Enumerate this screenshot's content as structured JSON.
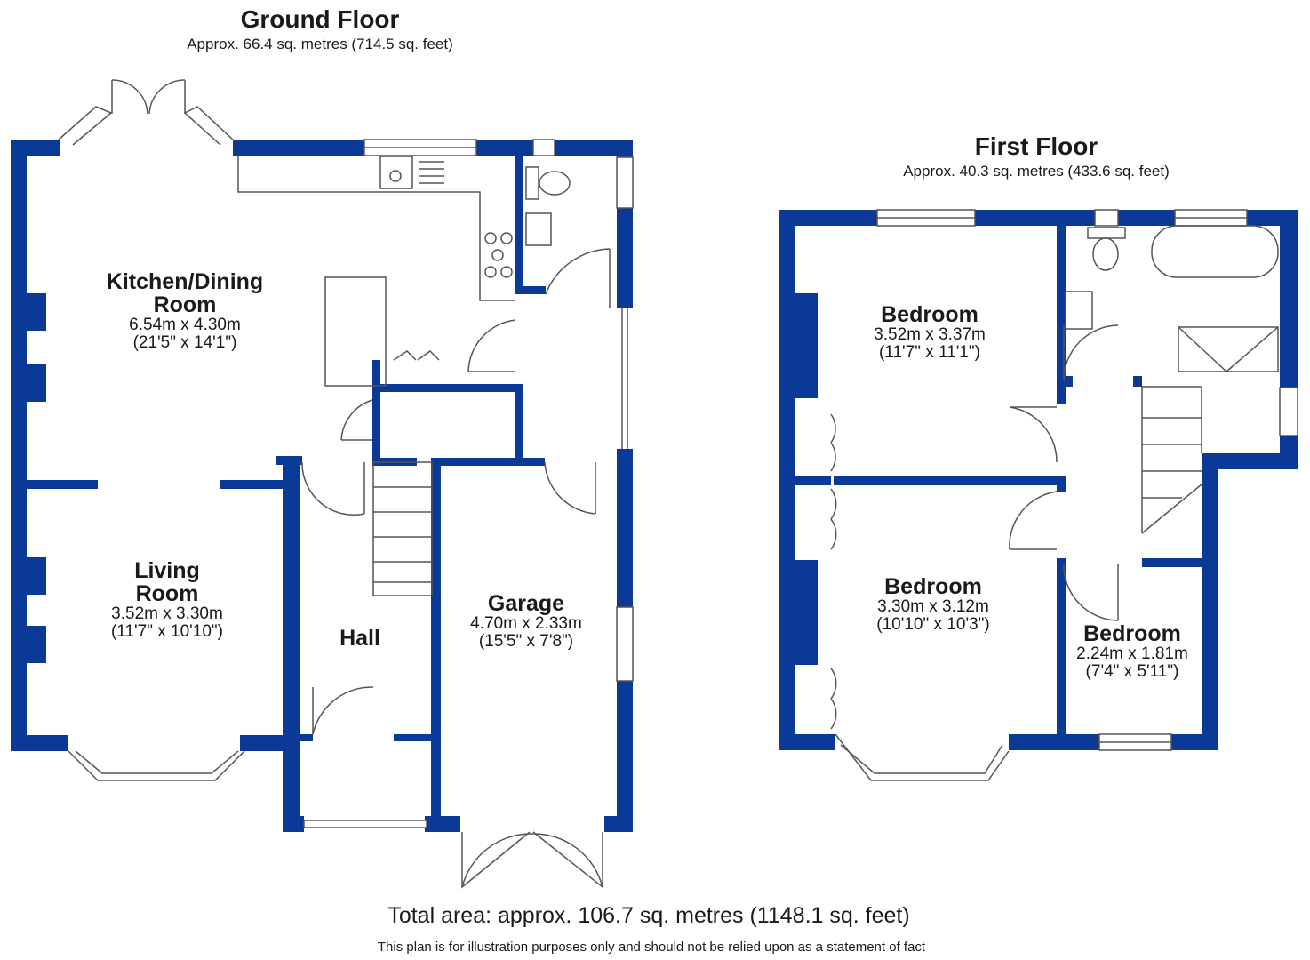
{
  "ground_floor": {
    "title": "Ground Floor",
    "area": "Approx. 66.4 sq. metres (714.5 sq. feet)",
    "rooms": {
      "kitchen": {
        "name_line1": "Kitchen/Dining",
        "name_line2": "Room",
        "dims_m": "6.54m x 4.30m",
        "dims_ft": "(21'5\" x 14'1\")"
      },
      "living": {
        "name_line1": "Living",
        "name_line2": "Room",
        "dims_m": "3.52m x 3.30m",
        "dims_ft": "(11'7\" x 10'10\")"
      },
      "hall": {
        "name": "Hall"
      },
      "garage": {
        "name": "Garage",
        "dims_m": "4.70m x 2.33m",
        "dims_ft": "(15'5\" x 7'8\")"
      }
    }
  },
  "first_floor": {
    "title": "First Floor",
    "area": "Approx. 40.3 sq. metres (433.6 sq. feet)",
    "rooms": {
      "bedroom1": {
        "name": "Bedroom",
        "dims_m": "3.52m x 3.37m",
        "dims_ft": "(11'7\" x 11'1\")"
      },
      "bedroom2": {
        "name": "Bedroom",
        "dims_m": "3.30m x 3.12m",
        "dims_ft": "(10'10\" x 10'3\")"
      },
      "bedroom3": {
        "name": "Bedroom",
        "dims_m": "2.24m x 1.81m",
        "dims_ft": "(7'4\" x 5'11\")"
      }
    }
  },
  "footer": {
    "total": "Total area: approx. 106.7 sq. metres (1148.1 sq. feet)",
    "disclaimer": "This plan is for illustration purposes only and should not be relied upon as a statement of fact"
  },
  "colors": {
    "wall": "#0b3a96",
    "line": "#555555",
    "window": "#ffffff"
  }
}
